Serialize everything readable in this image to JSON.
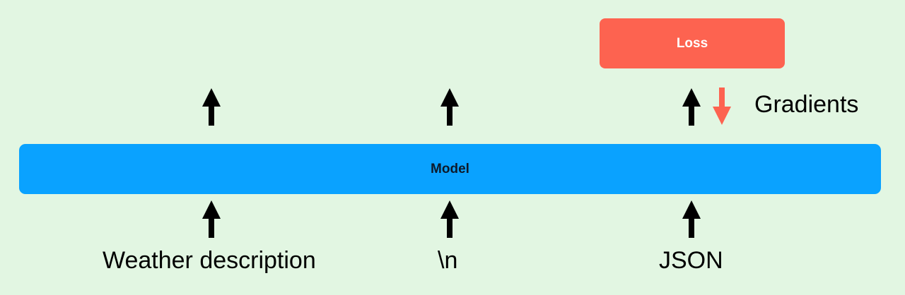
{
  "diagram": {
    "loss_label": "Loss",
    "model_label": "Model",
    "gradients_label": "Gradients",
    "inputs": [
      {
        "label": "Weather description"
      },
      {
        "label": "\\n"
      },
      {
        "label": "JSON"
      }
    ],
    "colors": {
      "background": "#e2f6e2",
      "loss": "#fd6350",
      "model": "#0aa2ff",
      "arrow": "#000000",
      "gradient_arrow": "#fd6350"
    }
  }
}
